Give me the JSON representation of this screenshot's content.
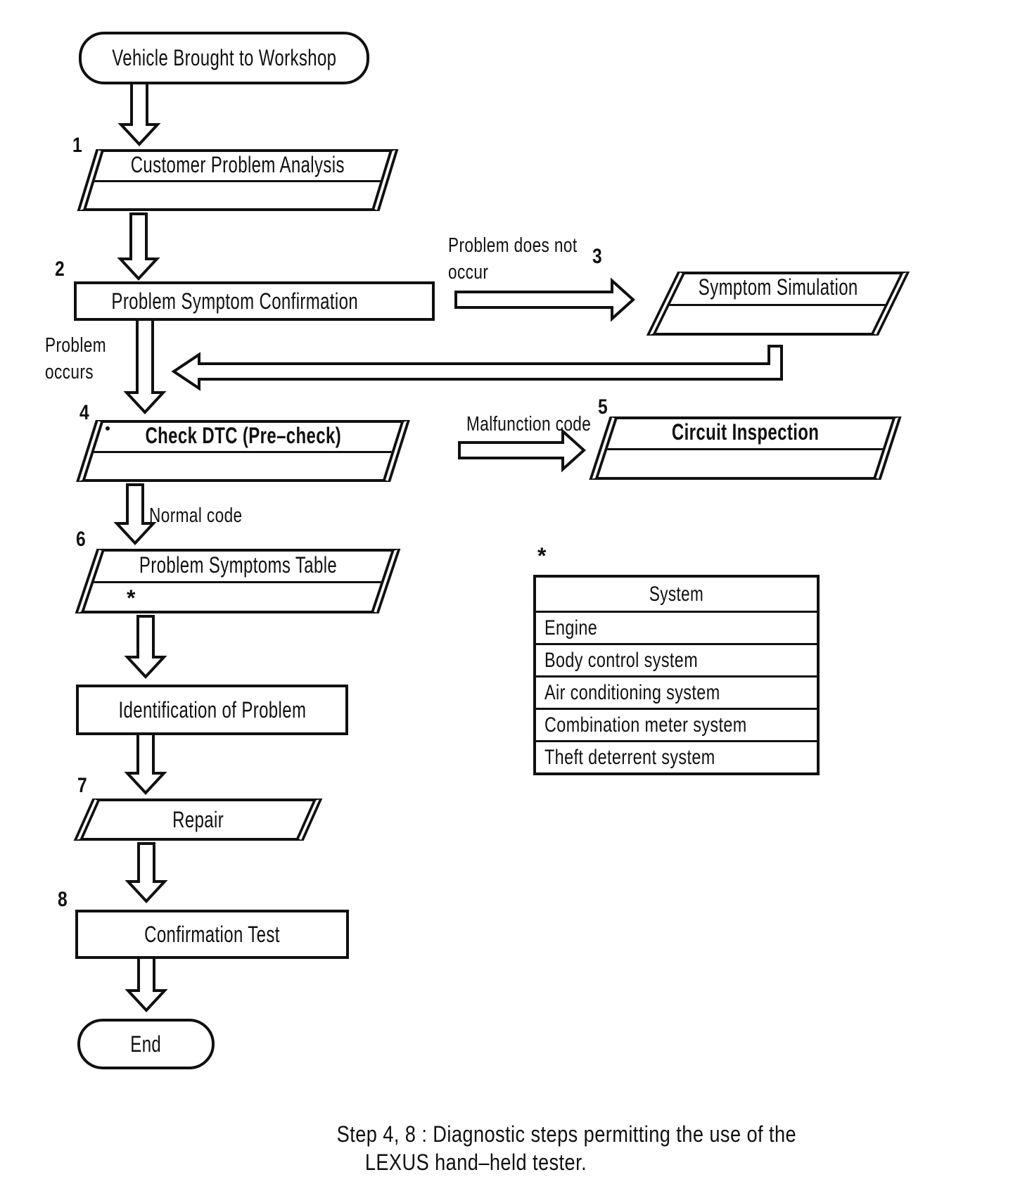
{
  "colors": {
    "ink": "#101010",
    "paper": "#ffffff"
  },
  "flow": {
    "start_label": "Vehicle Brought to Workshop",
    "end_label": "End",
    "step1": {
      "num": "1",
      "label": "Customer Problem Analysis"
    },
    "step2": {
      "num": "2",
      "label": "Problem Symptom Confirmation"
    },
    "step3": {
      "num": "3",
      "label": "Symptom Simulation"
    },
    "step4": {
      "num": "4",
      "label": "Check DTC (Pre–check)"
    },
    "step5": {
      "num": "5",
      "label": "Circuit Inspection"
    },
    "step6": {
      "num": "6",
      "label": "Problem Symptoms Table",
      "footnote_mark": "*"
    },
    "identification_label": "Identification of Problem",
    "step7": {
      "num": "7",
      "label": "Repair"
    },
    "step8": {
      "num": "8",
      "label": "Confirmation Test"
    },
    "labels": {
      "problem_occurs_line1": "Problem",
      "problem_occurs_line2": "occurs",
      "problem_not_line1": "Problem does not",
      "problem_not_line2": "occur",
      "malfunction_code": "Malfunction code",
      "normal_code": "Normal code"
    }
  },
  "system_table": {
    "footnote_mark": "*",
    "header": "System",
    "rows": [
      "Engine",
      "Body control system",
      "Air conditioning system",
      "Combination meter system",
      "Theft deterrent system"
    ]
  },
  "caption": {
    "line1": "Step 4, 8 : Diagnostic steps permitting the use of the",
    "line2": "LEXUS hand–held tester."
  }
}
